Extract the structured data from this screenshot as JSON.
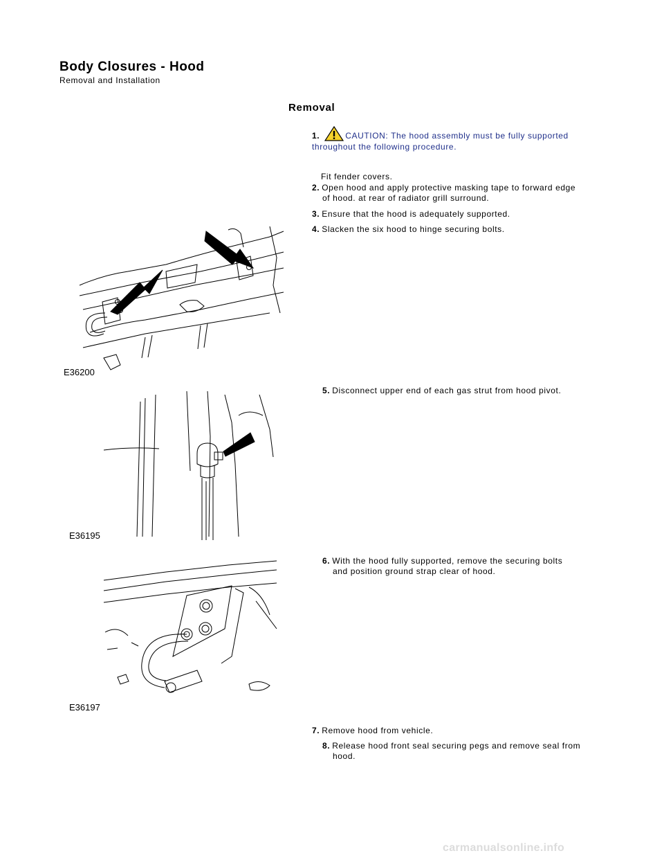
{
  "header": {
    "title": "Body Closures - Hood",
    "subtitle": "Removal and Installation"
  },
  "section_title": "Removal",
  "steps": [
    {
      "num": "1.",
      "caution": "CAUTION: The hood assembly must be fully supported",
      "caution_cont": "throughout the following procedure.",
      "text": "Fit fender covers."
    },
    {
      "num": "2.",
      "text": "Open hood and apply protective masking tape to forward edge",
      "text_cont": "of hood. at rear of radiator grill surround."
    },
    {
      "num": "3.",
      "text": "Ensure that the hood is adequately supported."
    },
    {
      "num": "4.",
      "text": "Slacken the six hood to hinge securing bolts."
    },
    {
      "num": "5.",
      "text": "Disconnect upper end of each gas strut from hood pivot."
    },
    {
      "num": "6.",
      "text": "With the hood fully supported, remove the securing bolts",
      "text_cont": "and position ground strap clear of hood."
    },
    {
      "num": "7.",
      "text": "Remove hood from vehicle."
    },
    {
      "num": "8.",
      "text": "Release hood front seal securing pegs and remove seal from",
      "text_cont": "hood."
    }
  ],
  "figures": [
    {
      "label": "E36200"
    },
    {
      "label": "E36195"
    },
    {
      "label": "E36197"
    }
  ],
  "footer": "carmanualsonline.info",
  "icons": {
    "caution": "warning-triangle-icon"
  }
}
